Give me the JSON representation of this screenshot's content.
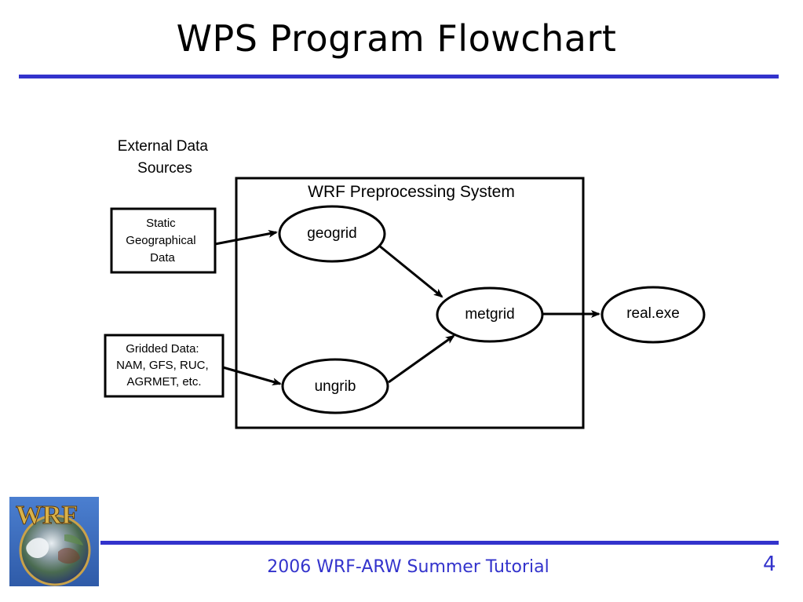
{
  "slide": {
    "title": "WPS Program Flowchart",
    "footer": "2006 WRF-ARW Summer Tutorial",
    "page_number": "4",
    "logo_text": "WRF"
  },
  "colors": {
    "accent": "#3333cc",
    "logo_background": "#3a6fc0"
  },
  "diagram": {
    "external_label": [
      "External Data",
      "Sources"
    ],
    "system_title": "WRF Preprocessing System",
    "sources": {
      "static": [
        "Static",
        "Geographical",
        "Data"
      ],
      "gridded": [
        "Gridded Data:",
        "NAM, GFS, RUC,",
        "AGRMET, etc."
      ]
    },
    "programs": {
      "geogrid": "geogrid",
      "ungrib": "ungrib",
      "metgrid": "metgrid",
      "real": "real.exe"
    }
  }
}
